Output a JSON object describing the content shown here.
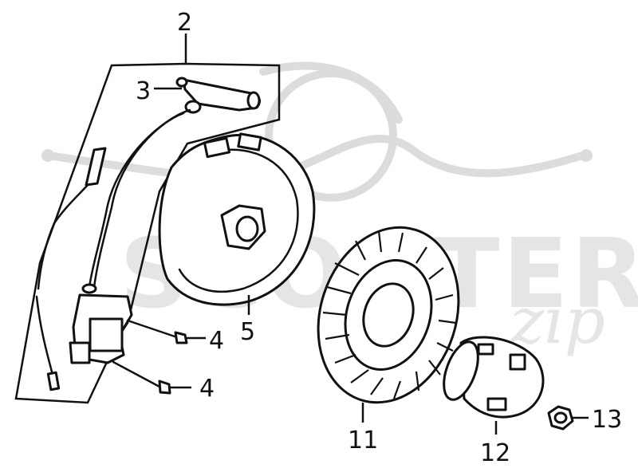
{
  "diagram": {
    "callouts": [
      {
        "id": "c2",
        "text": "2"
      },
      {
        "id": "c3",
        "text": "3"
      },
      {
        "id": "c4a",
        "text": "4"
      },
      {
        "id": "c4b",
        "text": "4"
      },
      {
        "id": "c5",
        "text": "5"
      },
      {
        "id": "c11",
        "text": "11"
      },
      {
        "id": "c12",
        "text": "12"
      },
      {
        "id": "c13",
        "text": "13"
      }
    ],
    "watermark": {
      "text": "SCOOTER",
      "tag": "zip"
    }
  }
}
